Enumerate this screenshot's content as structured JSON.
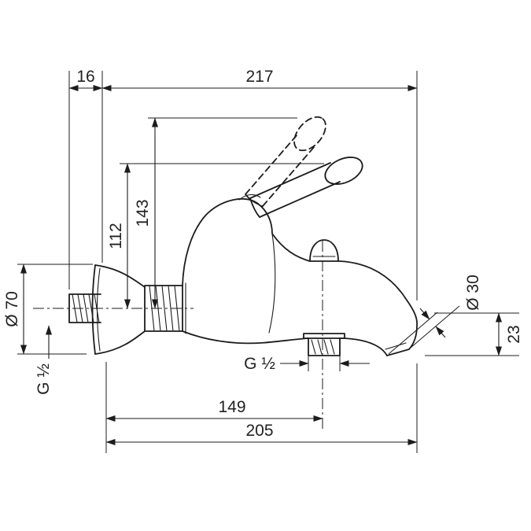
{
  "page": {
    "background": "#ffffff",
    "line_color": "#1c1c1c"
  },
  "drawing": {
    "dims": {
      "offset_16": "16",
      "reach_217": "217",
      "height_143": "143",
      "height_112": "112",
      "flange_dia": "Ø 70",
      "inlet_thread": "G ½",
      "outlet_thread": "G ½",
      "reach_149": "149",
      "reach_205": "205",
      "spout_dia": "Ø 30",
      "drop_23": "23"
    }
  }
}
